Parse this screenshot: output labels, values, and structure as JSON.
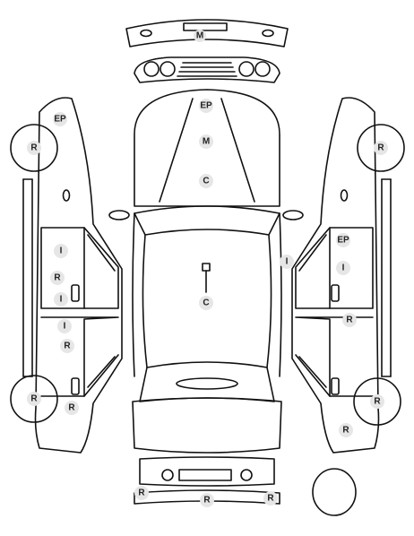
{
  "colors": {
    "line": "#111111",
    "marker_fill": "#e6e6e6",
    "marker_text": "#222222",
    "background": "#ffffff"
  },
  "markers": {
    "roof_m": "M",
    "hood_ep": "EP",
    "hood_m": "M",
    "hood_c": "C",
    "cabin_c": "C",
    "left_ep": "EP",
    "left_front_wheel_r": "R",
    "left_rear_wheel_r": "R",
    "left_front_door_i": "I",
    "left_front_door_r": "R",
    "left_front_door_i2": "I",
    "left_rear_door_i": "I",
    "left_rear_door_r": "R",
    "left_rocker_r": "R",
    "right_front_wheel_r": "R",
    "right_rear_wheel_r": "R",
    "right_ep": "EP",
    "right_front_door_i": "I",
    "right_pillar_i": "I",
    "right_rear_door_r": "R",
    "right_rear_r": "R",
    "rear_bumper_left_r": "R",
    "rear_bumper_center_r": "R",
    "rear_bumper_right_r": "R"
  }
}
